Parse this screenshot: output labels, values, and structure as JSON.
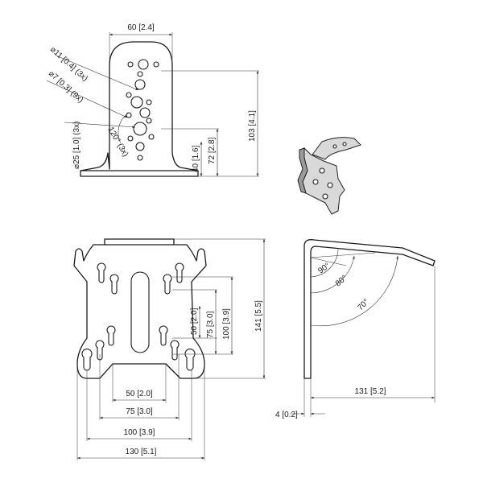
{
  "top_view": {
    "width_label": "60 [2.4]",
    "hole11_label": "⌀11 [0.4] (3x)",
    "hole7_label": "⌀7 [0.3] (9x)",
    "hole25_label": "⌀25 [1.0] (3x)",
    "angle_label": "120° (3x)",
    "h40_label": "40 [1.6]",
    "h72_label": "72 [2.8]",
    "h103_label": "103 [4.1]"
  },
  "front_view": {
    "w50_label": "50 [2.0]",
    "w75_label": "75 [3.0]",
    "w100_label": "100 [3.9]",
    "w130_label": "130 [5.1]",
    "h50_label": "50 [2.0]",
    "h75_label": "75 [3.0]",
    "h100_label": "100 [3.9]",
    "h141_label": "141 [5.5]"
  },
  "side_view": {
    "a90_label": "90°",
    "a80_label": "80°",
    "a70_label": "70°",
    "w131_label": "131 [5.2]",
    "t4_label": "4 [0.2]"
  }
}
